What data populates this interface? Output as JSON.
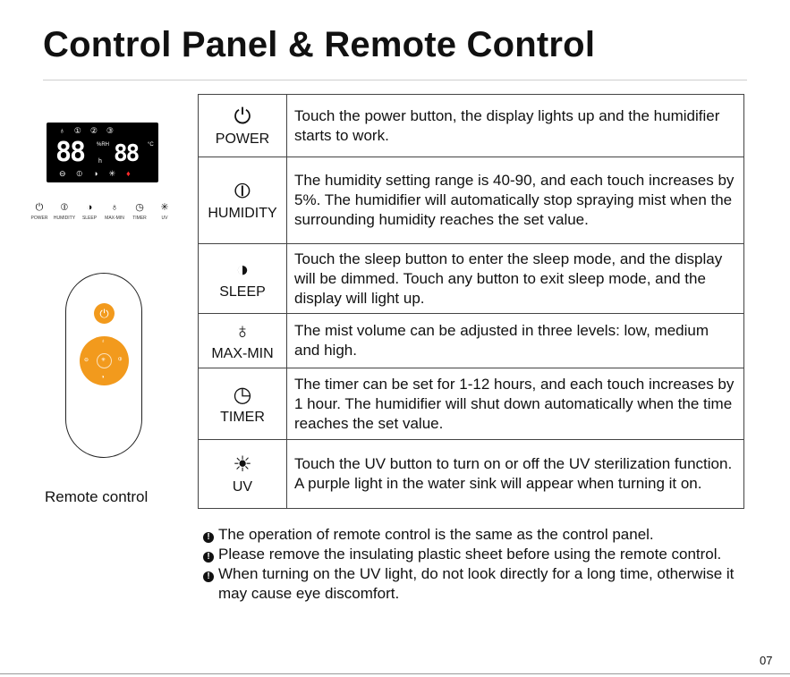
{
  "title": "Control Panel & Remote Control",
  "display": {
    "top_icons": [
      "♁",
      "①",
      "②",
      "③"
    ],
    "main_digits": "88",
    "main_unit_top": "%RH",
    "main_unit_bottom": "h",
    "temp_digits": "88",
    "temp_unit": "°C",
    "bottom_icons": [
      "⊖",
      "⦶",
      "◑",
      "✳",
      "♦"
    ]
  },
  "panel_keys": [
    {
      "icon": "⏻",
      "label": "POWER"
    },
    {
      "icon": "⦶",
      "label": "HUMIDITY"
    },
    {
      "icon": "◑",
      "label": "SLEEP"
    },
    {
      "icon": "♁",
      "label": "MAX-MIN"
    },
    {
      "icon": "◷",
      "label": "TIMER"
    },
    {
      "icon": "✳",
      "label": "UV"
    }
  ],
  "remote": {
    "power_icon": "⏻",
    "wheel_top": "♁",
    "wheel_left": "⊖",
    "wheel_center": "✳",
    "wheel_right": "⦶",
    "wheel_bottom": "◑",
    "caption": "Remote control"
  },
  "table": [
    {
      "icon": "⏻",
      "name": "POWER",
      "text": "Touch the power button, the display lights up and the humidifier starts to work."
    },
    {
      "icon": "⦶",
      "name": "HUMIDITY",
      "text": "The humidity setting range is 40-90, and each touch increases by 5%. The humidifier will automatically stop spraying mist when the surrounding humidity reaches the set value."
    },
    {
      "icon": "◑",
      "name": "SLEEP",
      "text": "Touch the sleep button to enter the sleep mode, and the display will be dimmed. Touch any button to exit sleep mode, and the display will light up."
    },
    {
      "icon": "♁",
      "name": "MAX-MIN",
      "text": "The mist volume can be adjusted in three levels: low, medium and high."
    },
    {
      "icon": "◷",
      "name": "TIMER",
      "text": "The timer can be set for 1-12 hours, and each touch increases by 1 hour. The humidifier will shut down automatically when the time reaches the set value."
    },
    {
      "icon": "☀",
      "name": "UV",
      "text": "Touch the UV button to turn on or off the UV sterilization function. A purple light in the water sink will appear when turning it on."
    }
  ],
  "notes": [
    {
      "bullet": "!",
      "text": "The operation of remote control is the same as the control panel."
    },
    {
      "bullet": "!",
      "text": "Please remove the insulating plastic sheet before using the remote control."
    },
    {
      "bullet": "!",
      "text": "When turning on the UV light, do not look directly for a long time, otherwise it may cause eye discomfort."
    }
  ],
  "page_number": "07"
}
